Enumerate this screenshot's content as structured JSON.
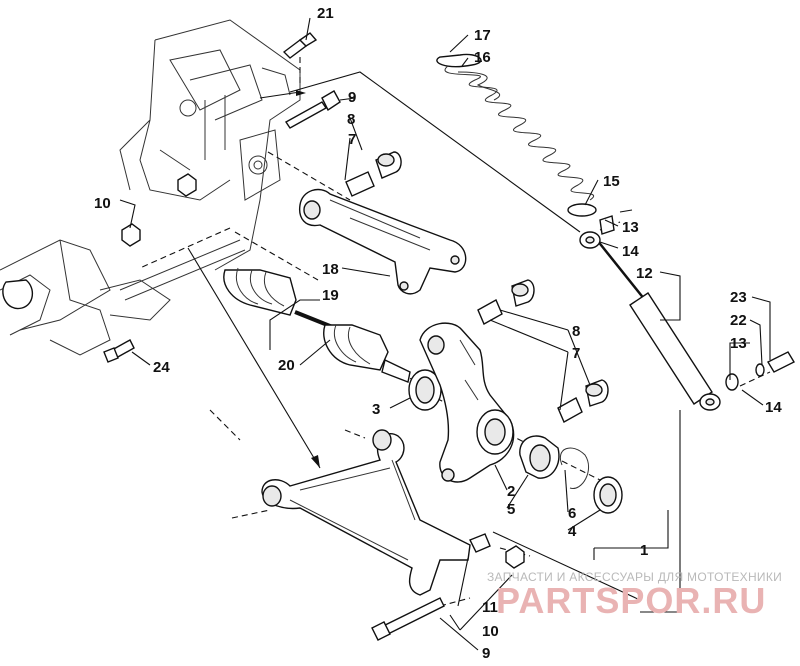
{
  "diagram": {
    "callouts": {
      "c1": "1",
      "c2": "2",
      "c3": "3",
      "c4": "4",
      "c5": "5",
      "c6": "6",
      "c7a": "7",
      "c7b": "7",
      "c8a": "8",
      "c8b": "8",
      "c9a": "9",
      "c9b": "9",
      "c10a": "10",
      "c10b": "10",
      "c11": "11",
      "c12": "12",
      "c13a": "13",
      "c13b": "13",
      "c14a": "14",
      "c14b": "14",
      "c15": "15",
      "c16": "16",
      "c17": "17",
      "c18": "18",
      "c19": "19",
      "c20": "20",
      "c21": "21",
      "c22": "22",
      "c23": "23",
      "c24": "24"
    }
  },
  "watermark": {
    "tagline": "ЗАПЧАСТИ И АКСЕССУАРЫ ДЛЯ МОТОТЕХНИКИ",
    "logo_text": "PARTSPOR.RU"
  }
}
